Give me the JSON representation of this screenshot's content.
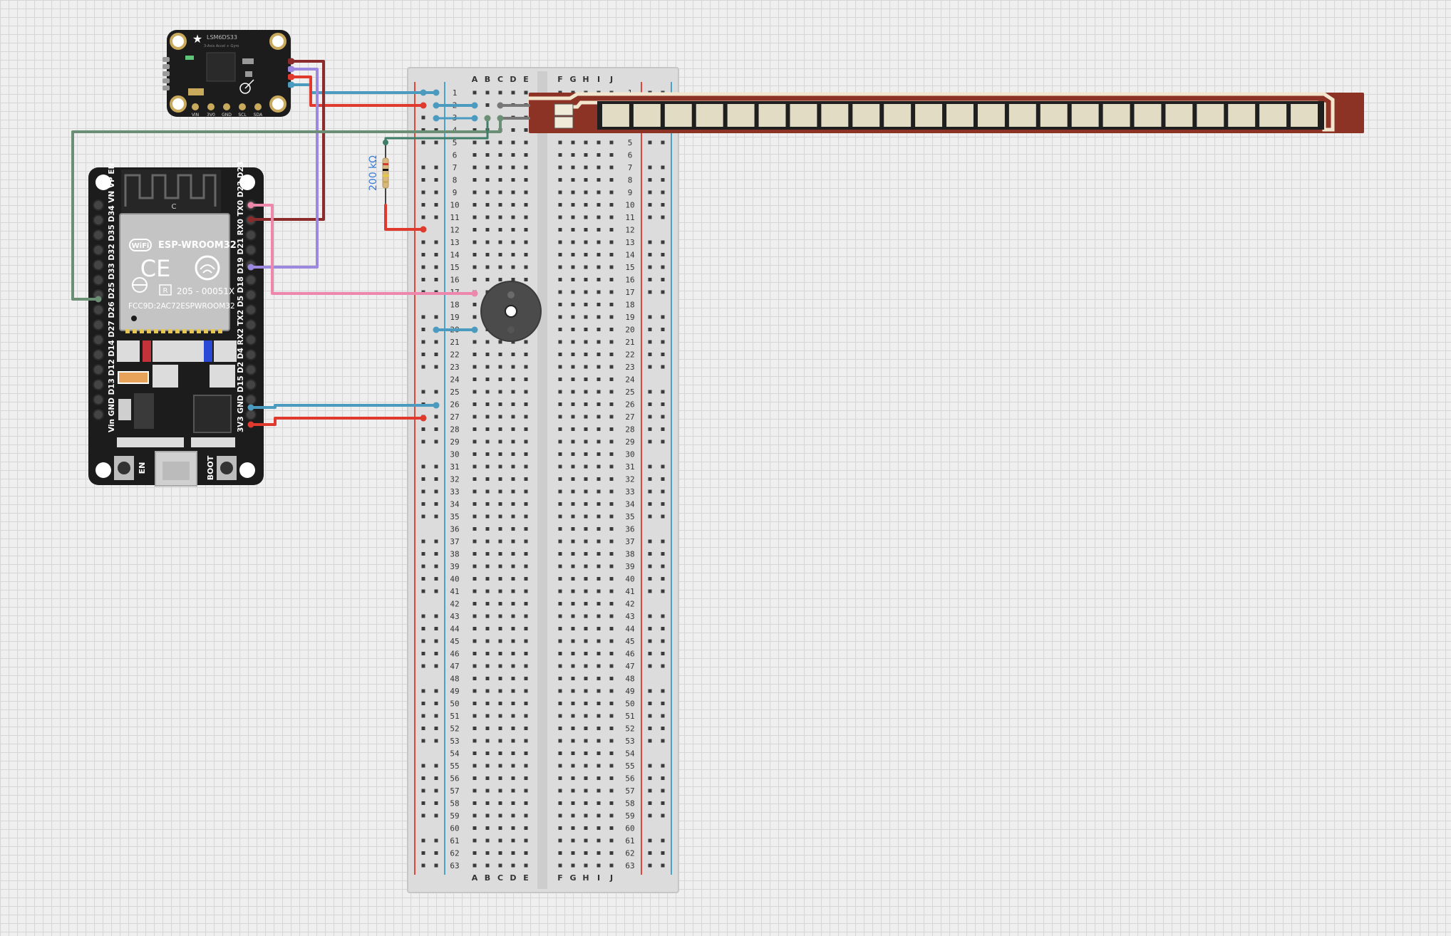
{
  "breadboard": {
    "columns_left": [
      "A",
      "B",
      "C",
      "D",
      "E"
    ],
    "columns_right": [
      "F",
      "G",
      "H",
      "I",
      "J"
    ],
    "rows": 63
  },
  "esp32": {
    "module_name": "ESP-WROOM32",
    "wifi_logo": "WiFi",
    "ce_mark": "CE",
    "r_mark": "R",
    "cert_number": "205 - 00051X",
    "fcc_id": "FCC9D:2AC72ESPWROOM32",
    "antenna_label": "C",
    "button_en": "EN",
    "button_boot": "BOOT",
    "left_pins": "Vin GND D13 D12 D14 D27 D26 D25 D33 D32 D35 D34 VN VP EN",
    "right_pins": "3V3 GND D15 D2 D4 RX2 TX2 D5 D18 D19 D21 RX0 TX0 D22 D23"
  },
  "sensor": {
    "name": "LSM6DS33",
    "subtitle": "3-Axis Accel + Gyro",
    "pins": [
      "VIN",
      "3V0",
      "GND",
      "SCL",
      "SDA"
    ]
  },
  "resistor": {
    "label": "200 kΩ"
  },
  "flex_sensor": {
    "segments": 23
  },
  "colors": {
    "wire_blue": "#4a9bbf",
    "wire_red": "#e03a2e",
    "wire_green": "#6b8f74",
    "wire_pink": "#ee87ac",
    "wire_purple": "#9d88e0",
    "wire_darkred": "#8b2b2b",
    "rail_red": "#e2463a",
    "rail_blue": "#4aa3c9",
    "flex_body": "#8c3326",
    "board_black": "#1c1c1c"
  }
}
